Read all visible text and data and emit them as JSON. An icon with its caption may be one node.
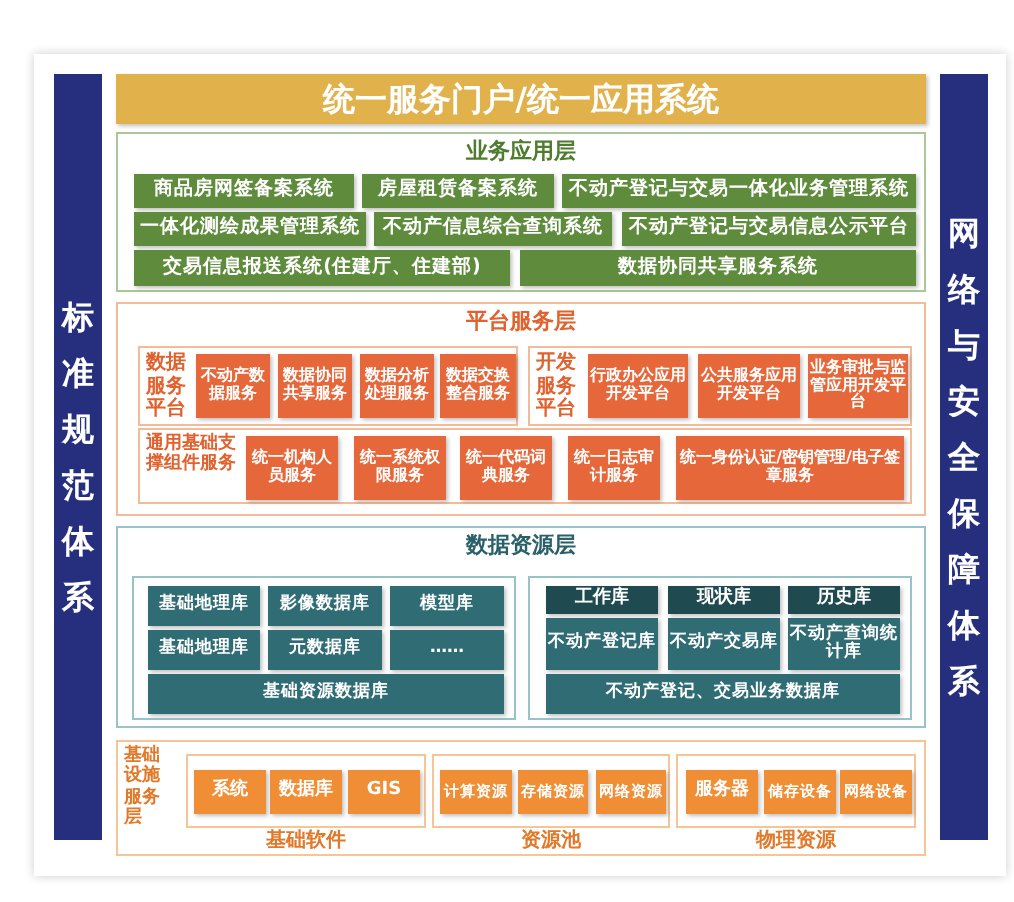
{
  "diagram": {
    "nodes": [
      {
        "text": [
          "标准规范体系"
        ]
      },
      {
        "text": [
          "统一服务门户/统一应用系统"
        ]
      },
      {
        "text": [
          "网络与安全保障体系"
        ]
      },
      {
        "text": [
          "业务应用层"
        ]
      },
      {
        "text": [
          "商品房网签备案系统"
        ],
        "in": 3
      },
      {
        "text": [
          "房屋租赁备案系统"
        ],
        "in": 3
      },
      {
        "text": [
          "不动产登记与交易一体化业务管理系统"
        ],
        "in": 3
      },
      {
        "text": [
          "一体化测绘成果管理系统"
        ],
        "in": 3
      },
      {
        "text": [
          "不动产信息综合查询系统"
        ],
        "in": 3
      },
      {
        "text": [
          "不动产登记与交易信息公示平台"
        ],
        "in": 3
      },
      {
        "text": [
          "交易信息报送系统(住建厅、住建部)"
        ],
        "in": 3
      },
      {
        "text": [
          "数据协同共享服务系统"
        ],
        "in": 3
      },
      {
        "text": [
          "平台服务层"
        ]
      },
      {
        "text": [
          "数据服务平台"
        ],
        "in": 12
      },
      {
        "text": [
          "不动产数据服务"
        ],
        "in": 13
      },
      {
        "text": [
          "数据协同共享服务"
        ],
        "in": 13
      },
      {
        "text": [
          "数据分析处理服务"
        ],
        "in": 13
      },
      {
        "text": [
          "数据交换整合服务"
        ],
        "in": 13
      },
      {
        "text": [
          "开发服务平台"
        ],
        "in": 12
      },
      {
        "text": [
          "行政办公应用开发平台"
        ],
        "in": 18
      },
      {
        "text": [
          "公共服务应用开发平台"
        ],
        "in": 18
      },
      {
        "text": [
          "业务审批与监管应用开发平台"
        ],
        "in": 18
      },
      {
        "text": [
          "通用基础支撑组件服务"
        ],
        "in": 12
      },
      {
        "text": [
          "统一机构人员服务"
        ],
        "in": 22
      },
      {
        "text": [
          "统一系统权限服务"
        ],
        "in": 22
      },
      {
        "text": [
          "统一代码词典服务"
        ],
        "in": 22
      },
      {
        "text": [
          "统一日志审计服务"
        ],
        "in": 22
      },
      {
        "text": [
          "统一身份认证/密钥管理/电子签章服务"
        ],
        "in": 22
      },
      {
        "text": [
          "数据资源层"
        ]
      },
      {
        "text": [],
        "shape": "box",
        "in": 28
      },
      {
        "text": [
          "基础地理库"
        ],
        "in": 29
      },
      {
        "text": [
          "影像数据库"
        ],
        "in": 29
      },
      {
        "text": [
          "模型库"
        ],
        "in": 29
      },
      {
        "text": [
          "基础地理库"
        ],
        "in": 29
      },
      {
        "text": [
          "元数据库"
        ],
        "in": 29
      },
      {
        "text": [
          "……"
        ],
        "in": 29
      },
      {
        "text": [
          "基础资源数据库"
        ],
        "in": 29
      },
      {
        "text": [],
        "shape": "box",
        "in": 28
      },
      {
        "text": [
          "工作库"
        ],
        "in": 37
      },
      {
        "text": [
          "现状库"
        ],
        "in": 37
      },
      {
        "text": [
          "历史库"
        ],
        "in": 37
      },
      {
        "text": [
          "不动产登记库"
        ],
        "in": 37
      },
      {
        "text": [
          "不动产交易库"
        ],
        "in": 37
      },
      {
        "text": [
          "不动产查询统计库"
        ],
        "in": 37
      },
      {
        "text": [
          "不动产登记、交易业务数据库"
        ],
        "in": 37
      },
      {
        "text": [
          "基础设施服务层"
        ]
      },
      {
        "text": [
          "基础软件"
        ],
        "in": 45
      },
      {
        "text": [
          "系统"
        ],
        "in": 46
      },
      {
        "text": [
          "数据库"
        ],
        "in": 46
      },
      {
        "text": [
          "GIS"
        ],
        "in": 46
      },
      {
        "text": [
          "资源池"
        ],
        "in": 45
      },
      {
        "text": [
          "计算资源"
        ],
        "in": 50
      },
      {
        "text": [
          "存储资源"
        ],
        "in": 50
      },
      {
        "text": [
          "网络资源"
        ],
        "in": 50
      },
      {
        "text": [
          "物理资源"
        ],
        "in": 45
      },
      {
        "text": [
          "服务器"
        ],
        "in": 54
      },
      {
        "text": [
          "储存设备"
        ],
        "in": 54
      },
      {
        "text": [
          "网络设备"
        ],
        "in": 54
      }
    ]
  }
}
